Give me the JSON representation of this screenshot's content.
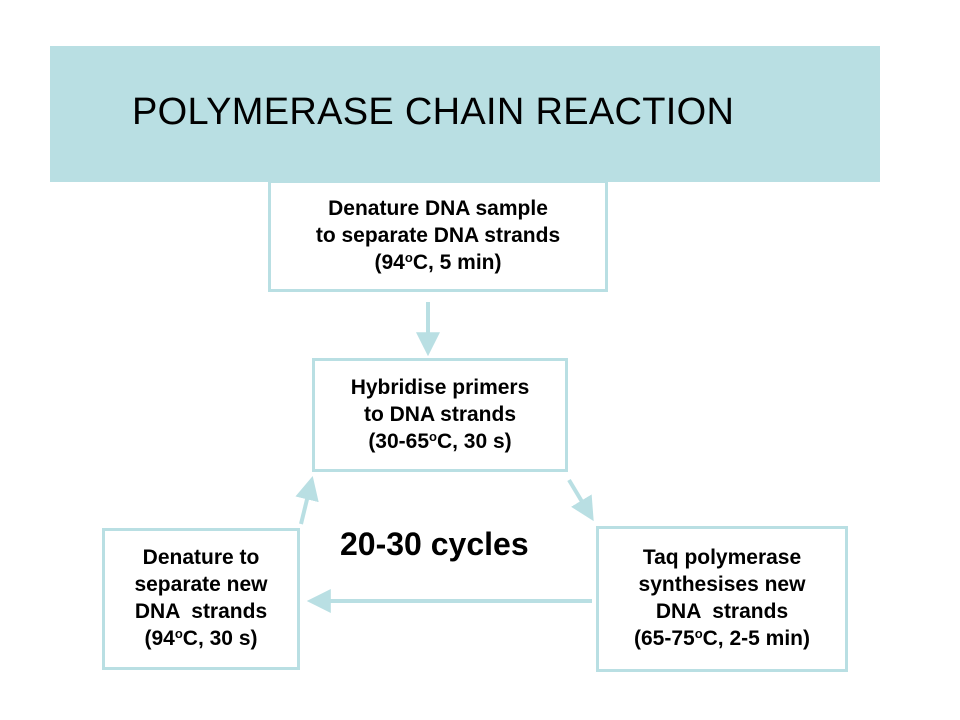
{
  "title": "POLYMERASE CHAIN REACTION",
  "steps": {
    "denature_sample": {
      "line1": "Denature DNA sample",
      "line2": "to separate DNA strands",
      "temp_prefix": "(94",
      "sup": "o",
      "temp_suffix": "C, 5 min)"
    },
    "hybridise": {
      "line1": "Hybridise primers",
      "line2": "to DNA strands",
      "temp_prefix": "(30-65",
      "sup": "o",
      "temp_suffix": "C, 30 s)"
    },
    "taq": {
      "line1": "Taq polymerase",
      "line2": "synthesises new",
      "line3": "DNA  strands",
      "temp_prefix": "(65-75",
      "sup": "o",
      "temp_suffix": "C, 2-5 min)"
    },
    "denature_new": {
      "line1": "Denature to",
      "line2": "separate new",
      "line3": "DNA  strands",
      "temp_prefix": "(94",
      "sup": "o",
      "temp_suffix": "C, 30 s)"
    }
  },
  "cycles_label": "20-30 cycles",
  "colors": {
    "accent": "#b9dfe3",
    "text": "#000000",
    "background": "#ffffff"
  }
}
